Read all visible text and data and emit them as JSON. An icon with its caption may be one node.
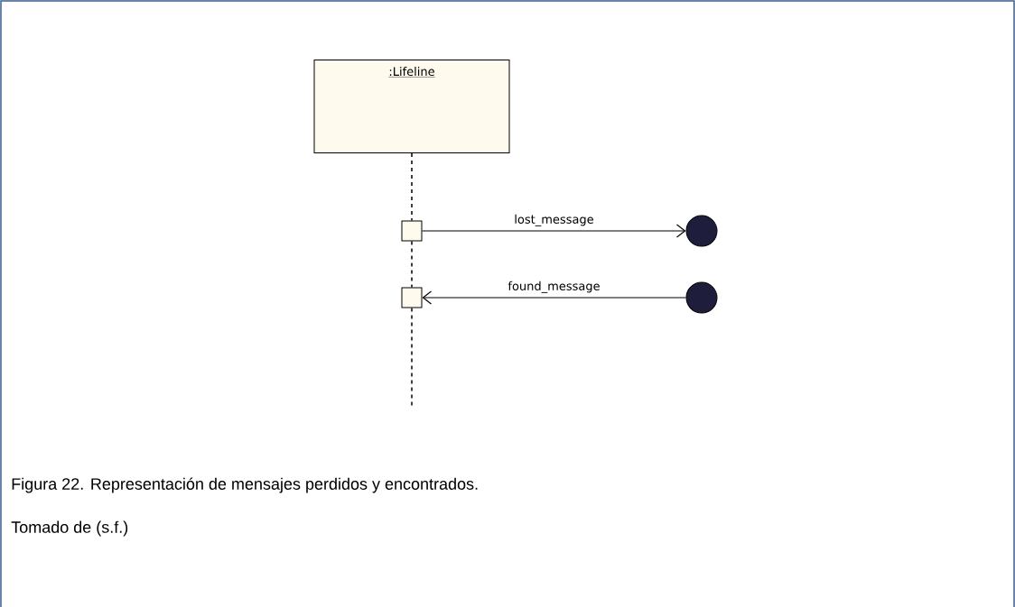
{
  "diagram": {
    "caption": "Figura 22. Representación de mensajes perdidos y encontrados.",
    "nodes": [
      {
        "text": [
          ":Lifeline"
        ]
      },
      {
        "text": [],
        "shape": "box"
      },
      {
        "text": [],
        "shape": "circle"
      },
      {
        "text": [],
        "shape": "box"
      },
      {
        "text": [],
        "shape": "circle"
      }
    ],
    "edges": [
      {
        "from": 0,
        "to": 1,
        "arrow": "none",
        "style": "dashed"
      },
      {
        "from": 1,
        "to": 3,
        "arrow": "none",
        "style": "dashed"
      },
      {
        "from": 3,
        "to": null,
        "arrow": "none",
        "style": "dashed"
      },
      {
        "from": 1,
        "to": 2,
        "arrow": "to",
        "label": "lost_message"
      },
      {
        "from": 4,
        "to": 3,
        "arrow": "to",
        "label": "found_message"
      }
    ],
    "labels": [
      "Tomado de (s.f.)"
    ]
  }
}
